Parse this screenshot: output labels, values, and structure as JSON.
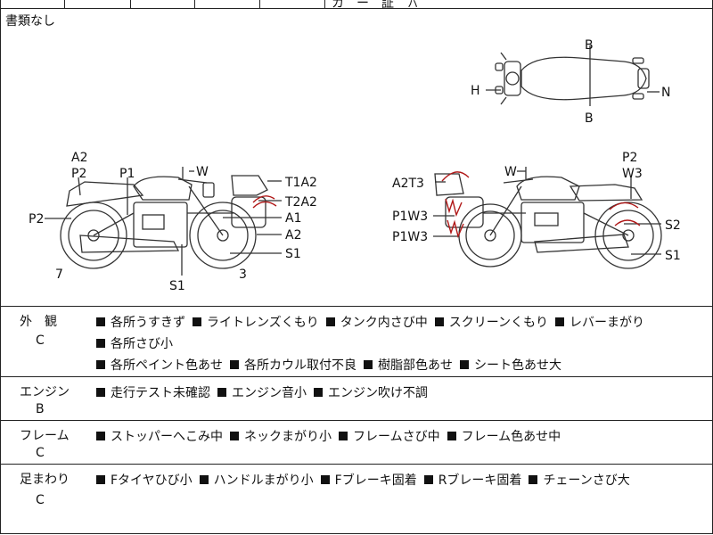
{
  "header": {
    "truncated_text": "カ　ー　証　ㇵ"
  },
  "diagram": {
    "note": "書類なし",
    "top_view_labels": {
      "front_top": "B",
      "front_bottom": "B",
      "left": "H",
      "right": "N"
    },
    "left_view_labels": {
      "a2_top": "A2",
      "p2_top": "P2",
      "p1": "P1",
      "w": "W",
      "t1a2": "T1A2",
      "t2a2": "T2A2",
      "p2_left": "P2",
      "a1": "A1",
      "a2": "A2",
      "s1_right": "S1",
      "seven": "7",
      "s1_bottom": "S1",
      "three": "3"
    },
    "right_view_labels": {
      "a2t3": "A2T3",
      "w": "W",
      "p2": "P2",
      "w3": "W3",
      "p1w3_a": "P1W3",
      "p1w3_b": "P1W3",
      "s2": "S2",
      "s1": "S1"
    }
  },
  "sections": [
    {
      "name": "外　観",
      "grade": "C",
      "items": [
        "各所うすきず",
        "ライトレンズくもり",
        "タンク内さび中",
        "スクリーンくもり",
        "レバーまがり",
        "各所さび小",
        "各所ペイント色あせ",
        "各所カウル取付不良",
        "樹脂部色あせ",
        "シート色あせ大"
      ]
    },
    {
      "name": "エンジン",
      "grade": "B",
      "items": [
        "走行テスト未確認",
        "エンジン音小",
        "エンジン吹け不調"
      ]
    },
    {
      "name": "フレーム",
      "grade": "C",
      "items": [
        "ストッパーへこみ中",
        "ネックまがり小",
        "フレームさび中",
        "フレーム色あせ中"
      ]
    },
    {
      "name": "足まわり",
      "grade": "C",
      "items": [
        "Fタイヤひび小",
        "ハンドルまがり小",
        "Fブレーキ固着",
        "Rブレーキ固着",
        "チェーンさび大"
      ]
    }
  ]
}
